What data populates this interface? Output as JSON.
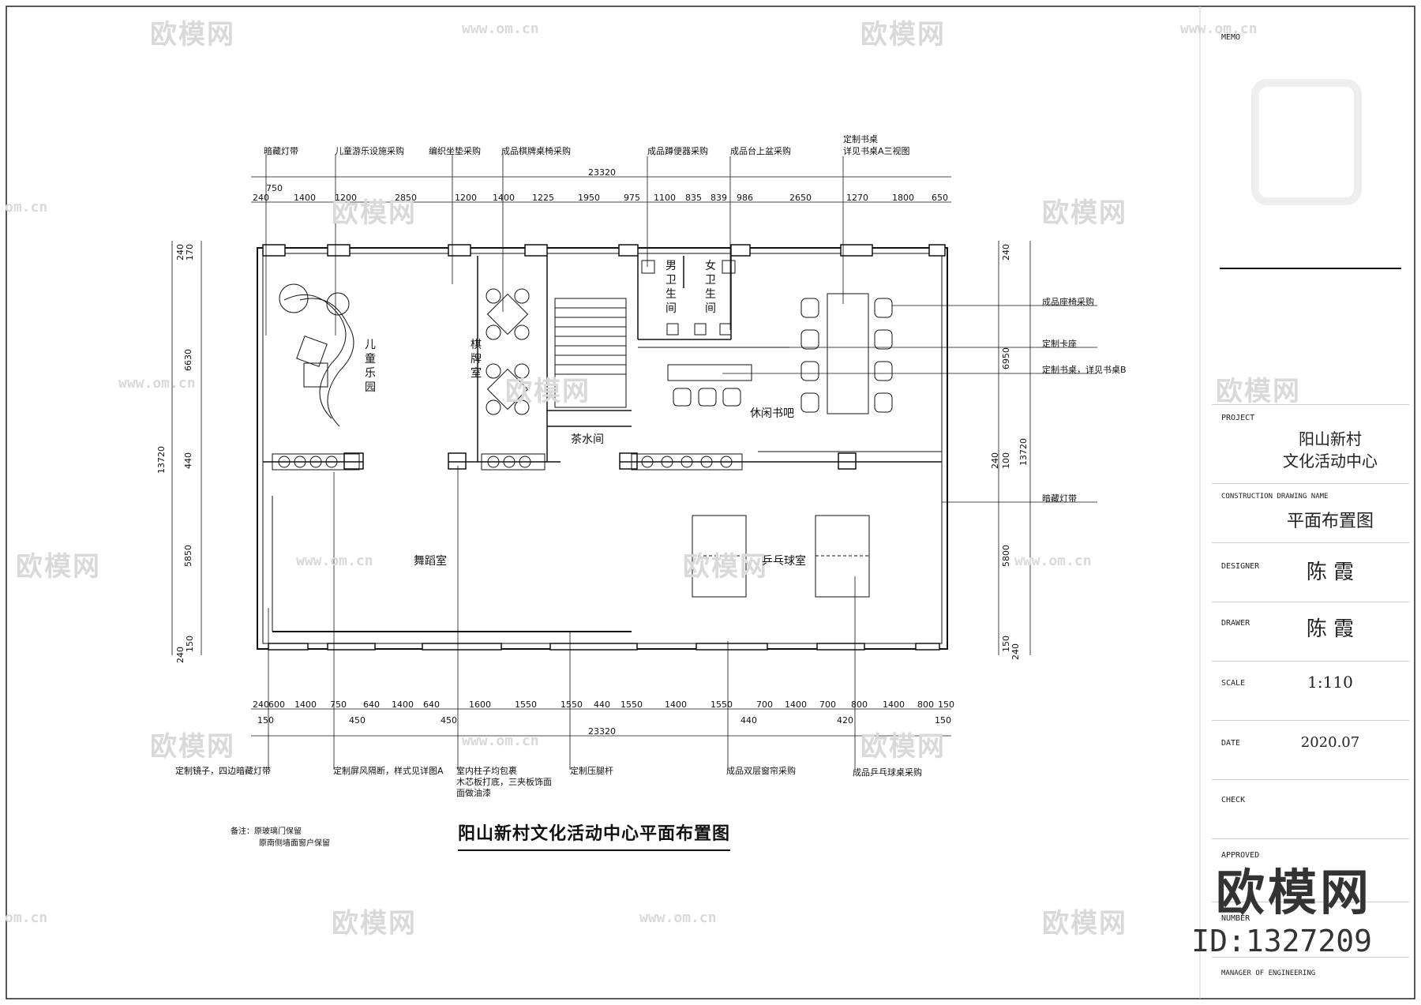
{
  "drawing_title": "阳山新村文化活动中心平面布置图",
  "notes": [
    "备注：原玻璃门保留",
    "原南侧墙面窗户保留"
  ],
  "watermark": {
    "site": "欧模网",
    "url": "www.om.cn",
    "url_short": "om.cn"
  },
  "brand_mark": {
    "name": "欧模网",
    "id": "ID:1327209"
  },
  "title_block": {
    "memo_label": "MEMO",
    "project_label": "PROJECT",
    "project_line1": "阳山新村",
    "project_line2": "文化活动中心",
    "drawing_name_label": "CONSTRUCTION DRAWING NAME",
    "drawing_name": "平面布置图",
    "designer_label": "DESIGNER",
    "designer": "陈 霞",
    "drawer_label": "DRAWER",
    "drawer": "陈 霞",
    "scale_label": "SCALE",
    "scale": "1:110",
    "date_label": "DATE",
    "date": "2020.07",
    "check_label": "CHECK",
    "approved_label": "APPROVED",
    "number_label": "NUMBER",
    "manager_label": "MANAGER OF ENGINEERING"
  },
  "rooms": {
    "kids": "儿童乐园",
    "chess": "棋牌室",
    "male_wc": "男卫生间",
    "female_wc": "女卫生间",
    "tea": "茶水间",
    "reading": "休闲书吧",
    "dance": "舞蹈室",
    "pingpong": "乒乓球室"
  },
  "top_callouts": [
    "暗藏灯带",
    "儿童游乐设施采购",
    "编织坐垫采购",
    "成品棋牌桌椅采购",
    "成品蹲便器采购",
    "成品台上盆采购",
    "定制书桌",
    "详见书桌A三视图"
  ],
  "right_callouts": [
    "成品座椅采购",
    "定制卡座",
    "定制书桌，详见书桌B",
    "暗藏灯带"
  ],
  "bottom_callouts": [
    "定制镜子，四边暗藏灯带",
    "定制屏风隔断，样式见详图A",
    "室内柱子均包裹",
    "木芯板打底，三夹板饰面",
    "面做油漆",
    "定制压腿杆",
    "成品双层窗帘采购",
    "成品乒乓球桌采购"
  ],
  "dims": {
    "top_total": "23320",
    "top_extra": "750",
    "top": [
      "240",
      "1400",
      "1200",
      "2850",
      "1200",
      "1400",
      "1225",
      "1950",
      "975",
      "1100",
      "835",
      "839",
      "986",
      "2650",
      "1270",
      "1800",
      "650"
    ],
    "bottom_total": "23320",
    "bottom": [
      "240",
      "600",
      "1400",
      "750",
      "640",
      "1400",
      "640",
      "1600",
      "1550",
      "1550",
      "440",
      "1550",
      "1400",
      "1550",
      "700",
      "1400",
      "700",
      "800",
      "1400",
      "800",
      "150"
    ],
    "bottom_sub": [
      "150",
      "450",
      "450",
      "440",
      "420",
      "150"
    ],
    "left_total": "13720",
    "left": [
      "240",
      "170",
      "6630",
      "440",
      "5850",
      "150",
      "240"
    ],
    "right_total": "13720",
    "right": [
      "240",
      "6950",
      "240",
      "100",
      "5800",
      "150",
      "240"
    ]
  }
}
